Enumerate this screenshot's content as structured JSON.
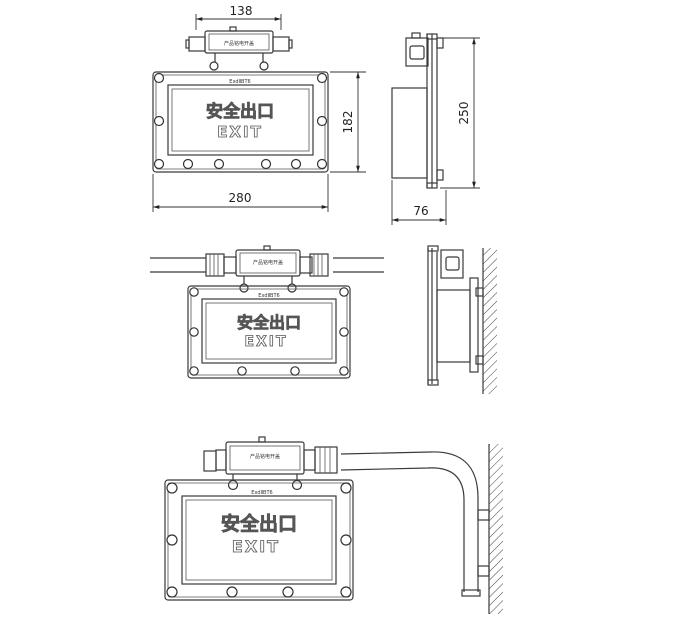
{
  "dimensions": {
    "width_top": "138",
    "height_panel": "182",
    "width_panel": "280",
    "height_total": "250",
    "depth": "76"
  },
  "sign": {
    "chinese_text": "安全出口",
    "exit_text": "EXIT",
    "box_label": "产品铭电开盖",
    "marking": "ExdⅡBT6"
  }
}
